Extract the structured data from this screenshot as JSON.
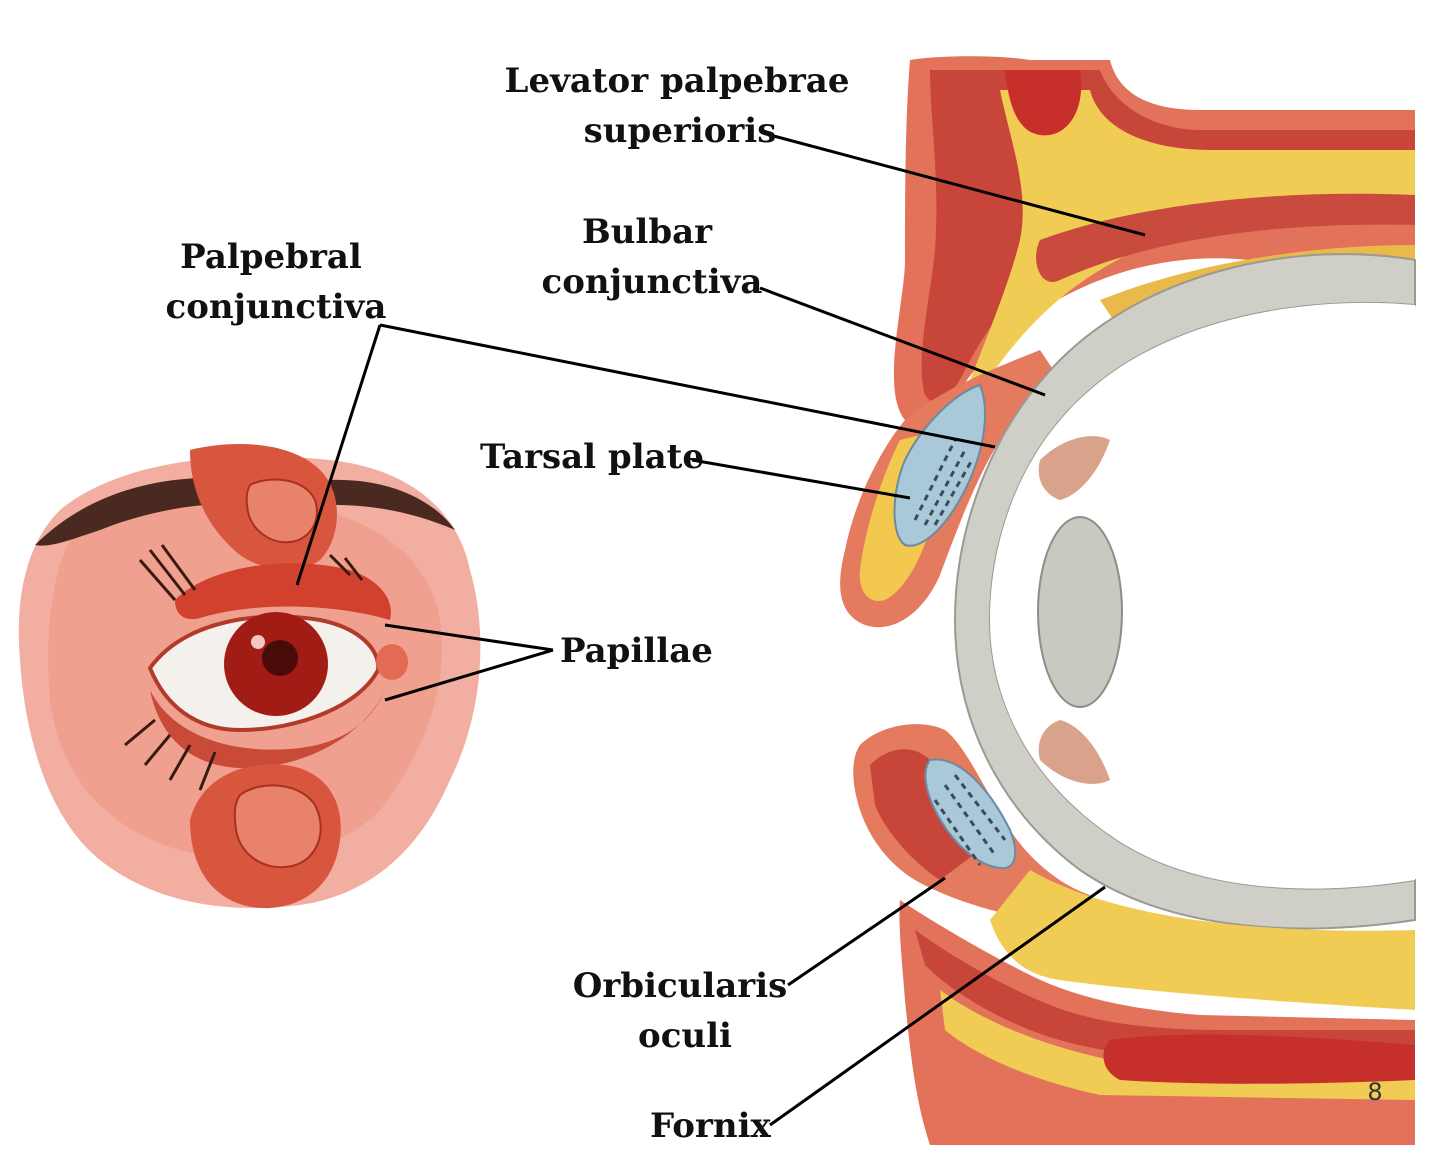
{
  "labels": {
    "levator_line1": "Levator palpebrae",
    "levator_line2": "superioris",
    "bulbar_line1": "Bulbar",
    "bulbar_line2": "conjunctiva",
    "palpebral_line1": "Palpebral",
    "palpebral_line2": "conjunctiva",
    "tarsal_plate": "Tarsal plate",
    "papillae": "Papillae",
    "orbicularis_line1": "Orbicularis",
    "orbicularis_line2": "oculi",
    "fornix": "Fornix"
  },
  "page_number": "8",
  "colors": {
    "skin": "#e8735a",
    "skin_light": "#f4b8a8",
    "muscle": "#c8443a",
    "fat": "#f2cf5a",
    "sclera": "#cfcfc8",
    "tarsal": "#a9c8d8",
    "iris": "#a01c14",
    "leader": "#000000"
  }
}
